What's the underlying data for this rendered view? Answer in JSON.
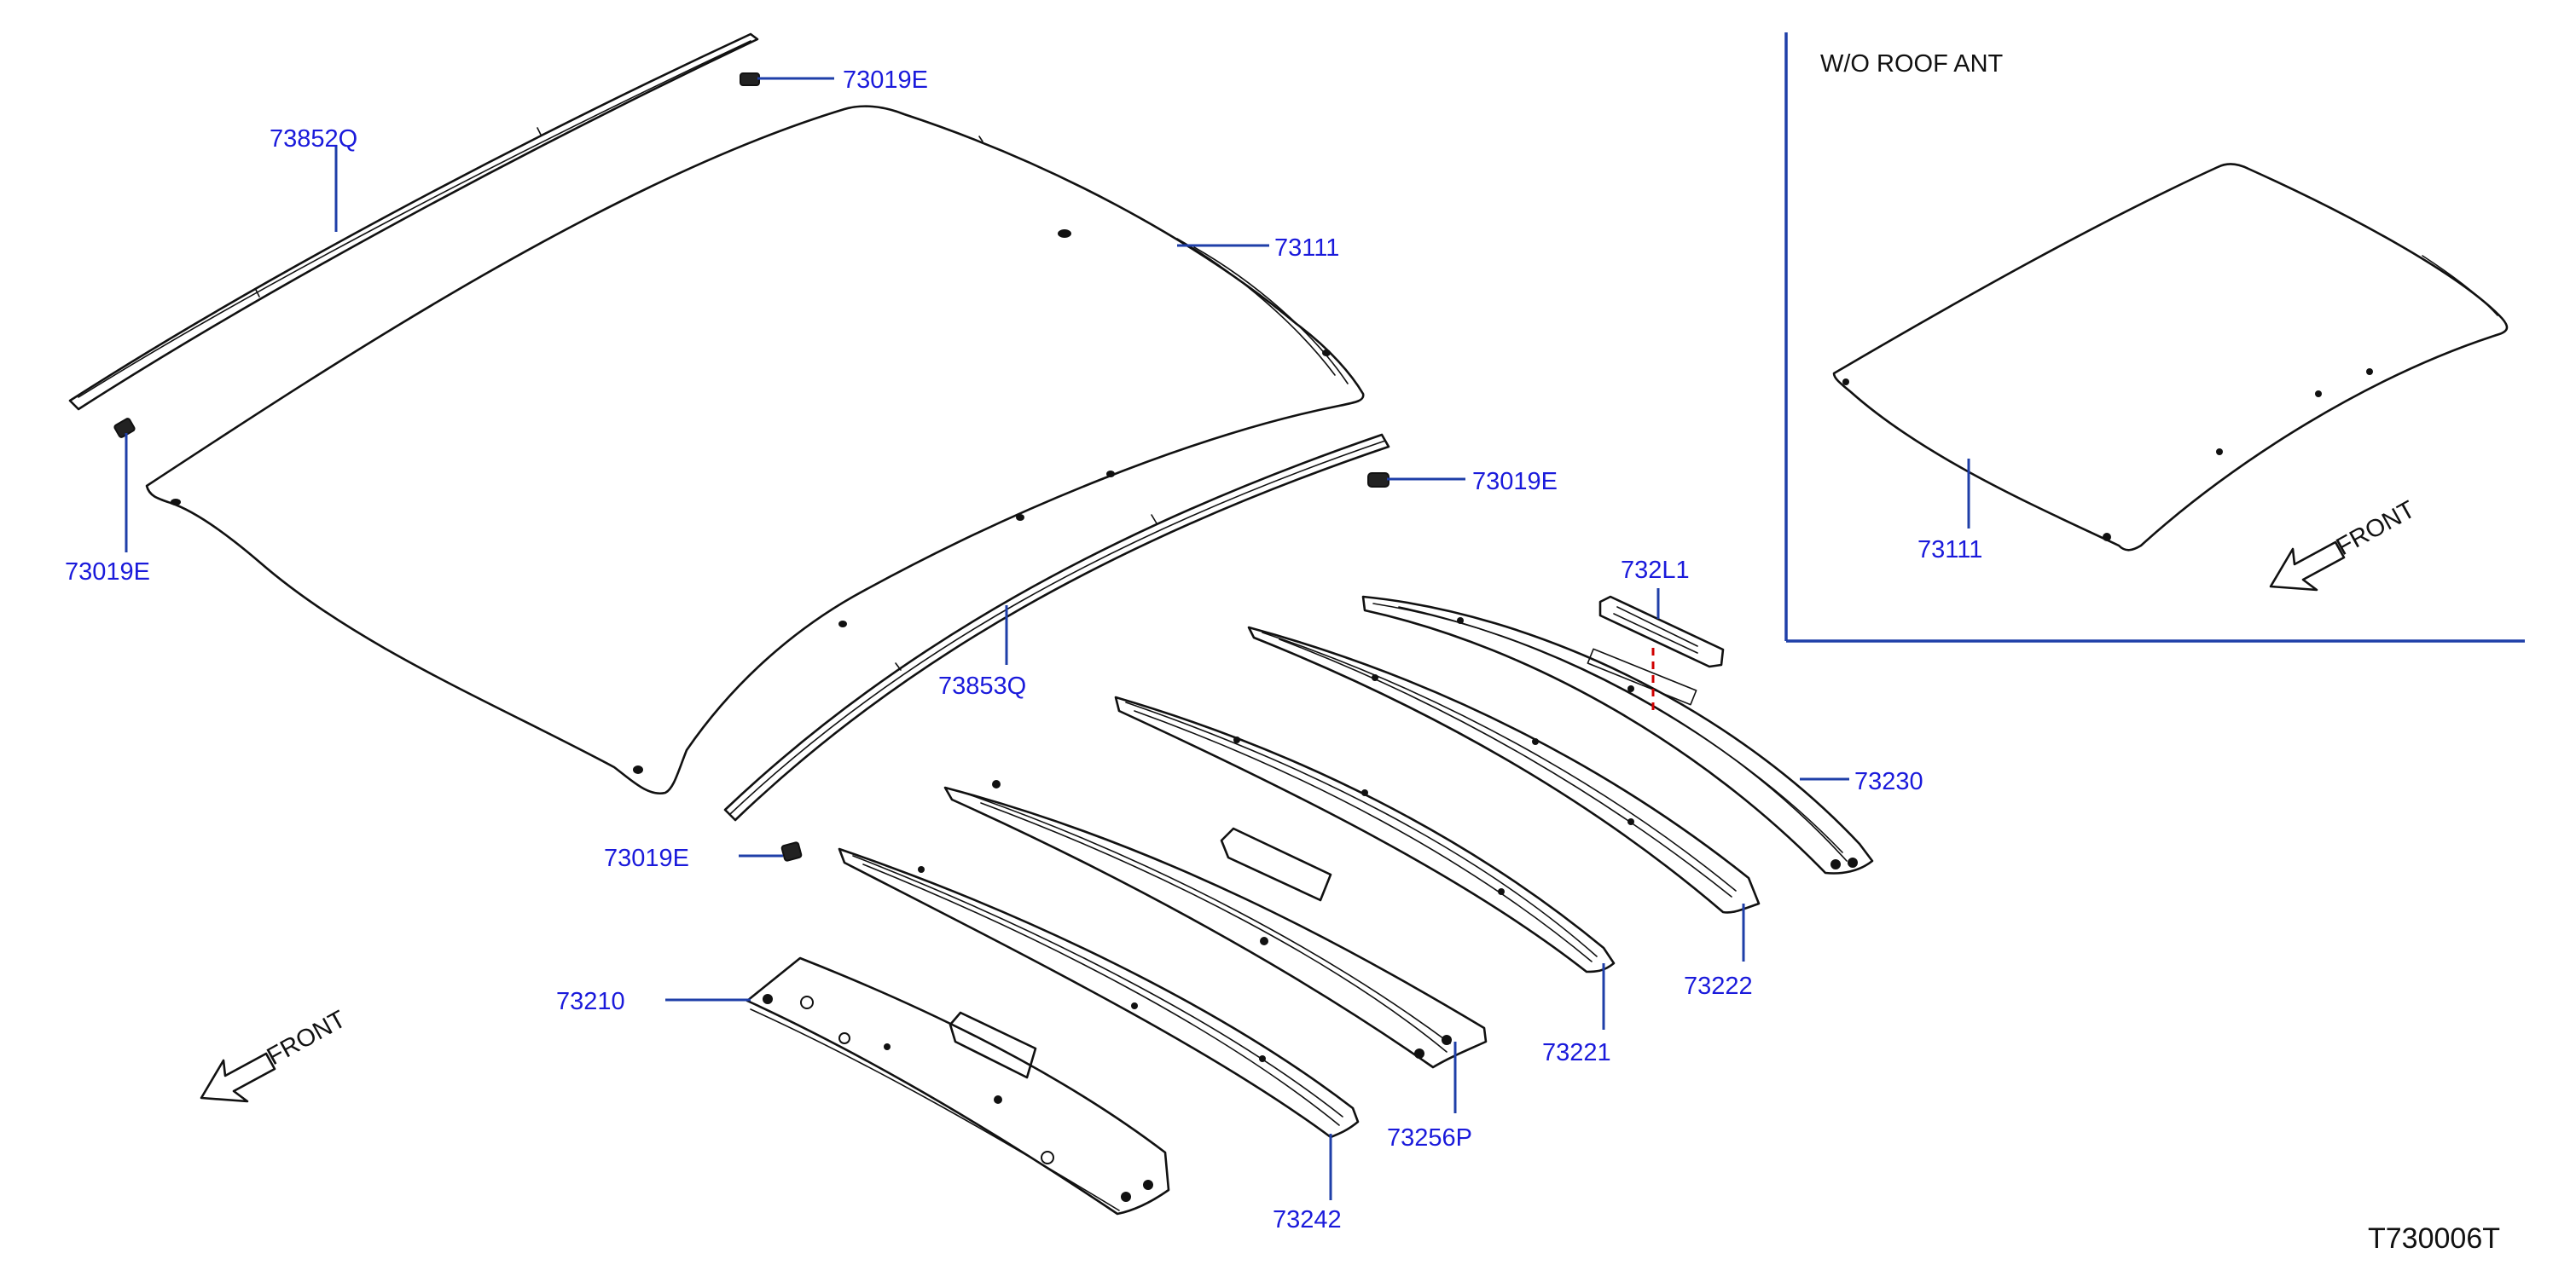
{
  "parts": {
    "p73852Q": "73852Q",
    "p73019E_top": "73019E",
    "p73019E_left": "73019E",
    "p73019E_right": "73019E",
    "p73019E_bottom": "73019E",
    "p73111": "73111",
    "p73853Q": "73853Q",
    "p732L1": "732L1",
    "p73230": "73230",
    "p73222": "73222",
    "p73221": "73221",
    "p73256P": "73256P",
    "p73242": "73242",
    "p73210": "73210"
  },
  "inset": {
    "title": "W/O   ROOF   ANT",
    "part": "73111",
    "front": "FRONT"
  },
  "front_label": "FRONT",
  "diagram_id": "T730006T"
}
